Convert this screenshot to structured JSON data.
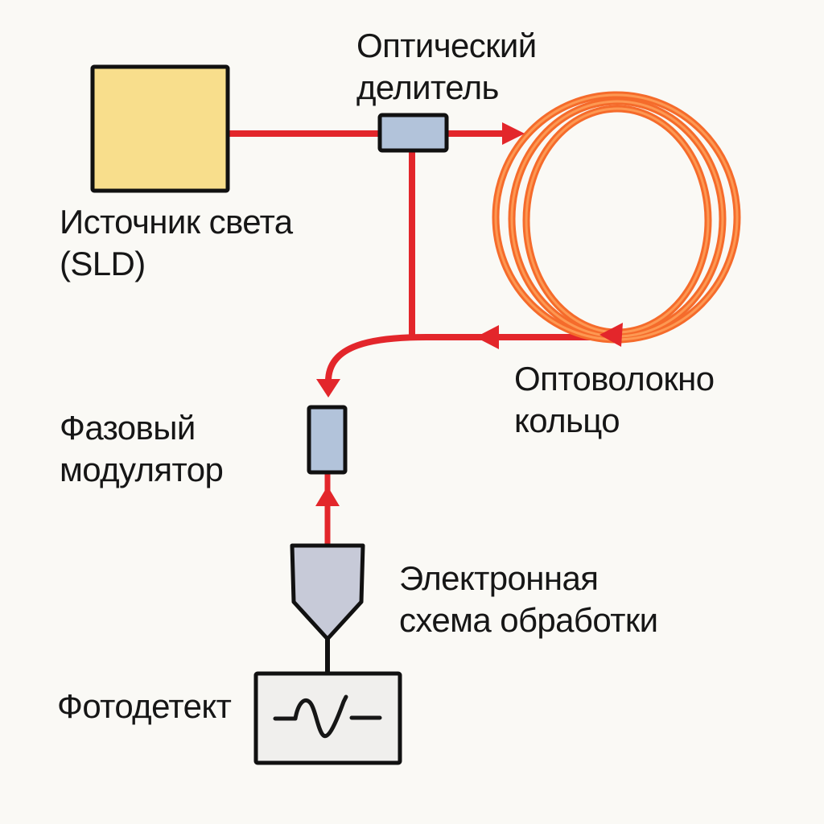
{
  "labels": {
    "light_source": {
      "line1": "Источник света",
      "line2": "(SLD)"
    },
    "optical_splitter": {
      "line1": "Оптический",
      "line2": "делитель"
    },
    "fiber_coil": {
      "line1": "Оптоволокно",
      "line2": "кольцо"
    },
    "phase_modulator": {
      "line1": "Фазовый",
      "line2": "модулятор"
    },
    "electronics": {
      "line1": "Электронная",
      "line2": "схема обработки"
    },
    "photodetector": {
      "line1": "Фотодетект"
    }
  },
  "icons": {
    "waveform": "sine-wave-icon"
  },
  "colors": {
    "background": "#FAF9F5",
    "ink": "#161616",
    "outline": "#111111",
    "red": "#E3262B",
    "orange": "#F56B2B",
    "orange-highlight": "#FE9D57",
    "yellow": "#F8DE8C",
    "steel-blue": "#B2C3DA",
    "funnel-gray": "#C7CAD8",
    "panel-gray": "#F0EFED"
  }
}
